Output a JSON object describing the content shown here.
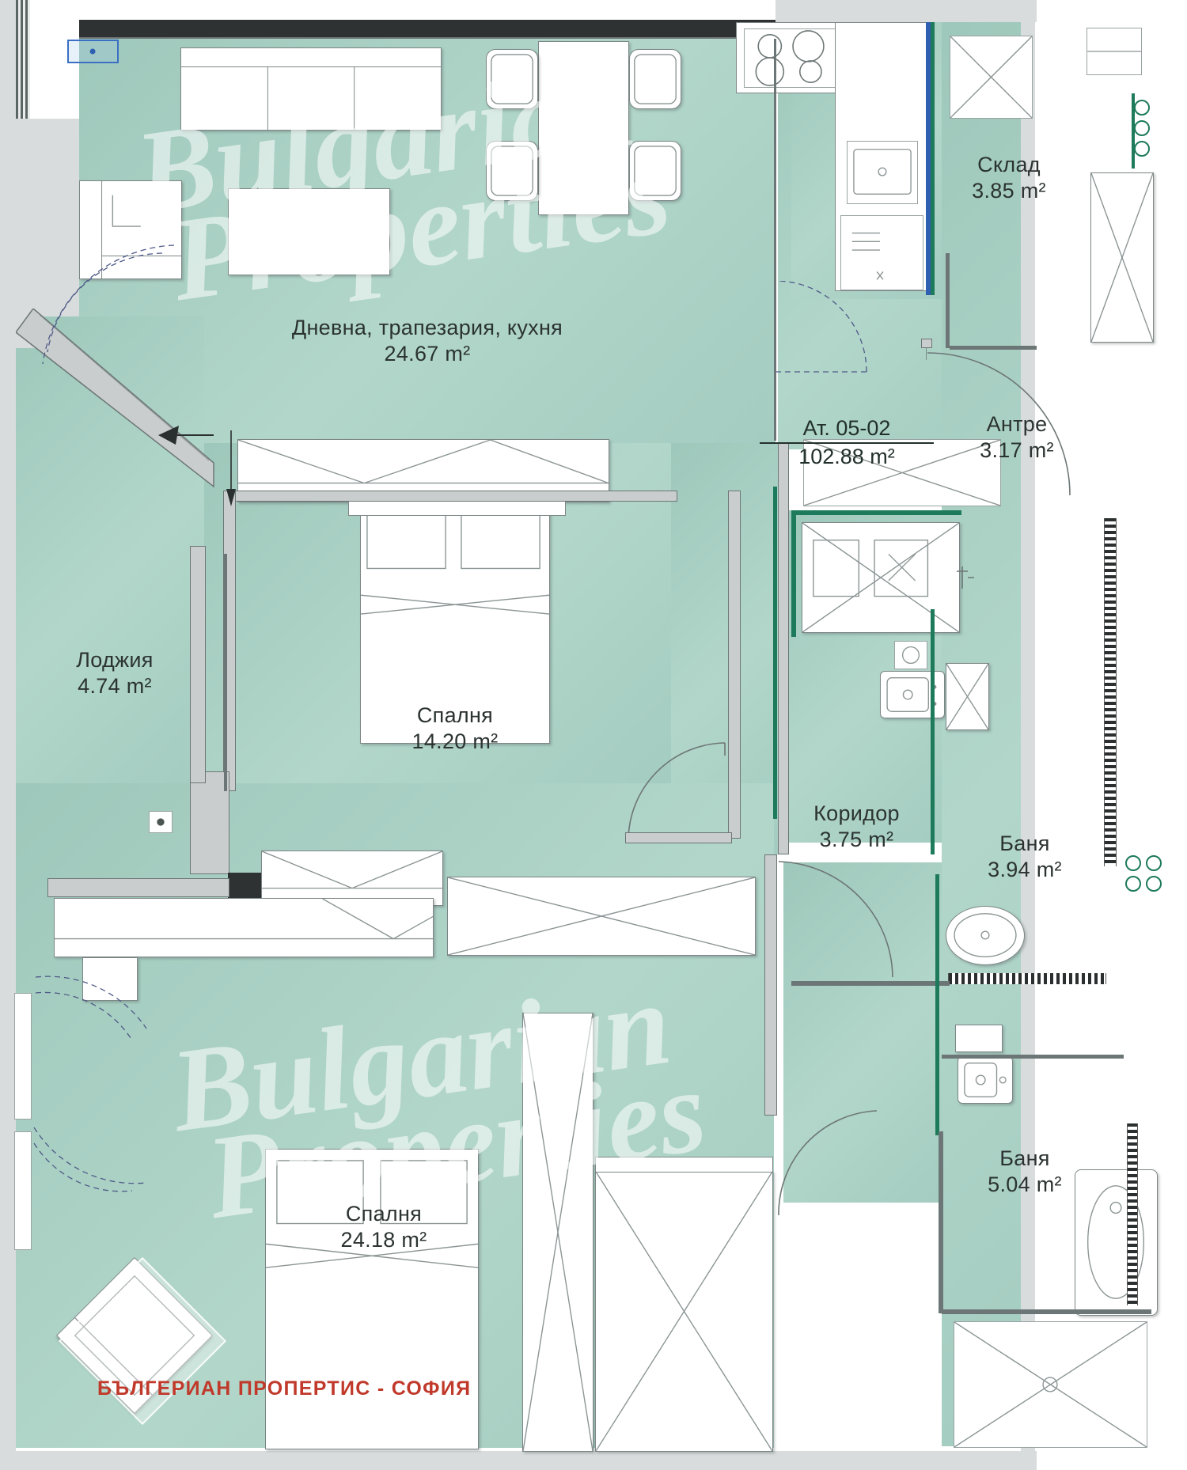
{
  "document": {
    "type": "architectural-floor-plan",
    "apartment_label": "Ат. 05-02",
    "apartment_area": "102.88 m²",
    "brand_watermark": "БЪЛГЕРИАН ПРОПЕРТИС - СОФИЯ",
    "watermark_lines": [
      "Bulgarian",
      "Properties",
      "Bulgarian",
      "Properties"
    ],
    "unit_suffix": "m²"
  },
  "rooms": [
    {
      "id": "living",
      "name": "Дневна, трапезария, кухня",
      "area": "24.67 m²"
    },
    {
      "id": "storage",
      "name": "Склад",
      "area": "3.85 m²"
    },
    {
      "id": "hall",
      "name": "Антре",
      "area": "3.17 m²"
    },
    {
      "id": "loggia",
      "name": "Лоджия",
      "area": "4.74 m²"
    },
    {
      "id": "bedroom1",
      "name": "Спалня",
      "area": "14.20 m²"
    },
    {
      "id": "corridor",
      "name": "Коридор",
      "area": "3.75 m²"
    },
    {
      "id": "bathroom1",
      "name": "Баня",
      "area": "3.94 m²"
    },
    {
      "id": "bathroom2",
      "name": "Баня",
      "area": "5.04 m²"
    },
    {
      "id": "bedroom2",
      "name": "Спалня",
      "area": "24.18 m²"
    }
  ],
  "colors": {
    "floor": "#a8cfc3",
    "wall": "#c9cdcd",
    "wall_dark": "#2f3232",
    "accent_green": "#1d7a5a",
    "accent_blue": "#2f5fb0",
    "brand_red": "#c0392b",
    "text": "#2b3331"
  }
}
